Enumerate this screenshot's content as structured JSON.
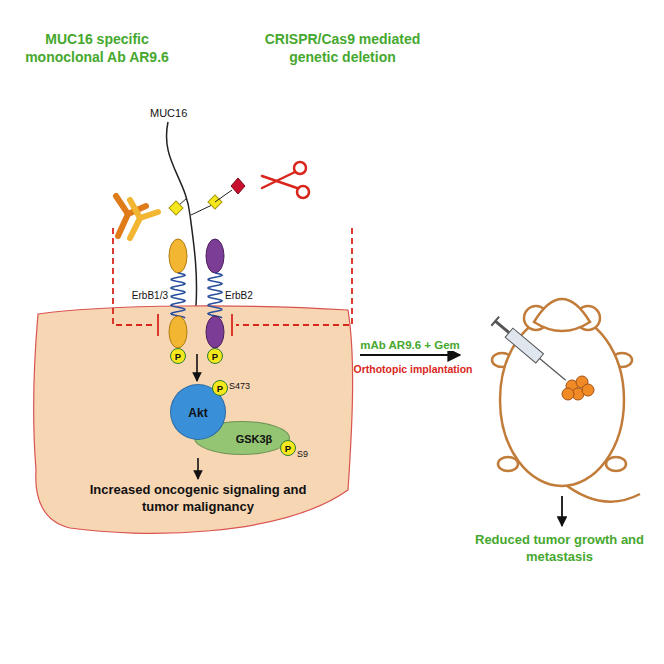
{
  "diagram": {
    "nodes": [
      {
        "text": [
          "Increased oncogenic signaling and tumor malignancy"
        ]
      },
      {
        "text": [
          "P"
        ],
        "in": 0
      },
      {
        "text": [
          "P"
        ],
        "in": 0
      },
      {
        "text": [
          "Akt"
        ],
        "in": 0
      },
      {
        "text": [
          "P"
        ],
        "in": 0
      },
      {
        "text": [
          "GSK3β"
        ],
        "in": 0
      },
      {
        "text": [
          "P"
        ],
        "in": 0
      },
      {
        "text": [
          "Reduced tumor growth and metastasis"
        ]
      }
    ],
    "edges": [
      {
        "from": 0,
        "to": 7,
        "arrow": "to",
        "label": "mAb AR9.6 + Gem"
      }
    ],
    "labels": [
      "MUC16 specific monoclonal Ab AR9.6",
      "MUC16",
      "CRISPR/Cas9 mediated genetic deletion",
      "ErbB1/3",
      "ErbB2",
      "S473",
      "S9",
      "Orthotopic implantation"
    ]
  }
}
